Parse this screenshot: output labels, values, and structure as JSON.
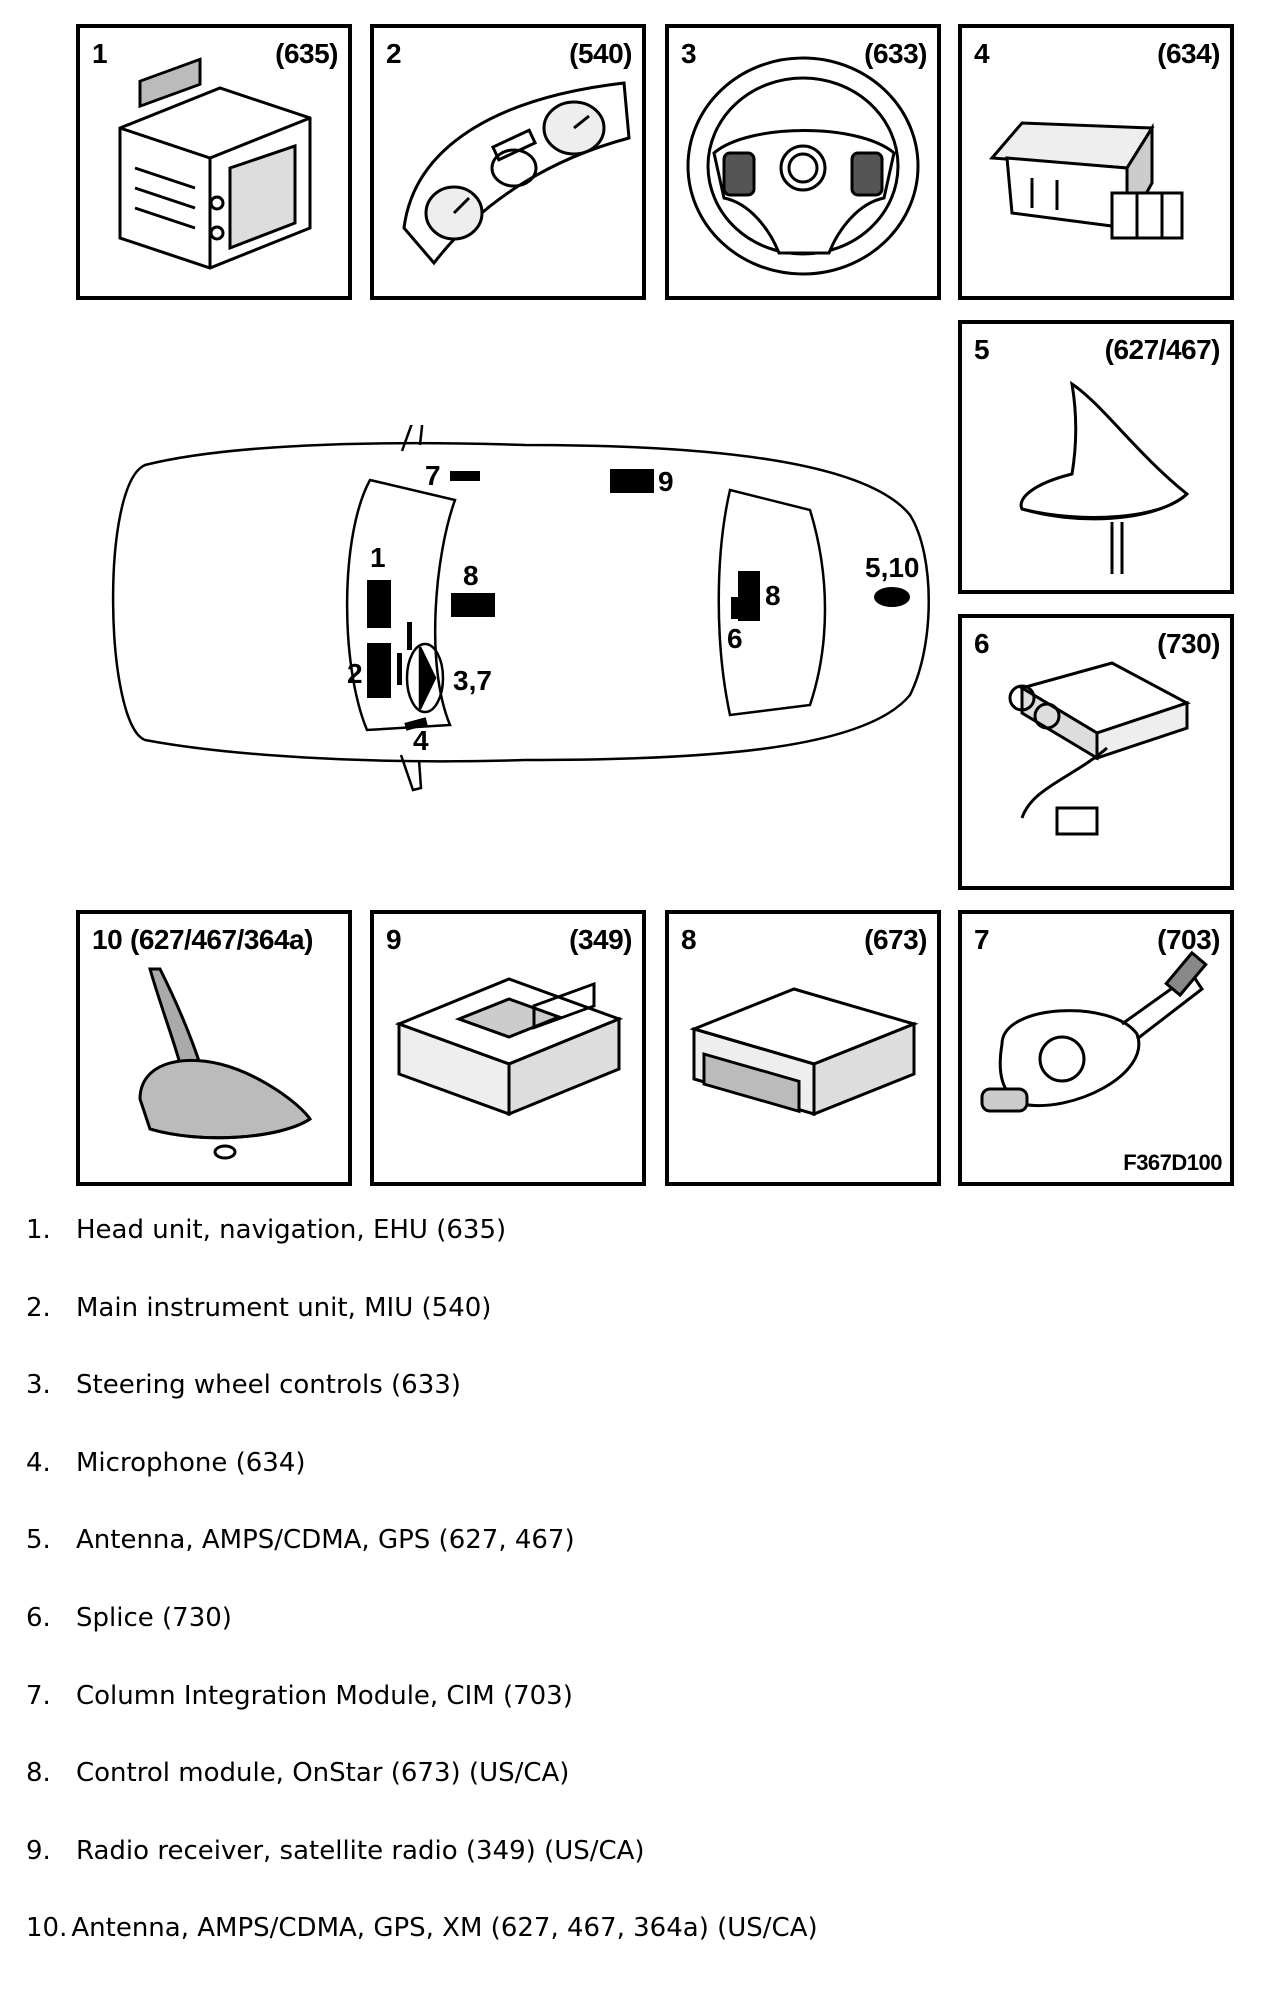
{
  "panels": [
    {
      "num": "1",
      "code": "(635)"
    },
    {
      "num": "2",
      "code": "(540)"
    },
    {
      "num": "3",
      "code": "(633)"
    },
    {
      "num": "4",
      "code": "(634)"
    },
    {
      "num": "5",
      "code": "(627/467)"
    },
    {
      "num": "6",
      "code": "(730)"
    },
    {
      "num": "10",
      "code": "(627/467/364a)"
    },
    {
      "num": "9",
      "code": "(349)"
    },
    {
      "num": "8",
      "code": "(673)"
    },
    {
      "num": "7",
      "code": "(703)"
    }
  ],
  "figure_code": "F367D100",
  "overview_labels": {
    "l1": "1",
    "l2": "2",
    "l37": "3,7",
    "l4": "4",
    "l7": "7",
    "l8a": "8",
    "l9": "9",
    "l6": "6",
    "l8b": "8",
    "l510": "5,10"
  },
  "legend": [
    {
      "num": "1.",
      "text": "Head unit, navigation, EHU (635)"
    },
    {
      "num": "2.",
      "text": "Main instrument unit, MIU (540)"
    },
    {
      "num": "3.",
      "text": "Steering wheel controls (633)"
    },
    {
      "num": "4.",
      "text": "Microphone (634)"
    },
    {
      "num": "5.",
      "text": "Antenna, AMPS/CDMA, GPS (627, 467)"
    },
    {
      "num": "6.",
      "text": "Splice (730)"
    },
    {
      "num": "7.",
      "text": "Column Integration Module, CIM (703)"
    },
    {
      "num": "8.",
      "text": "Control module, OnStar (673) (US/CA)"
    },
    {
      "num": "9.",
      "text": "Radio receiver, satellite radio (349) (US/CA)"
    },
    {
      "num": "10.",
      "text": "Antenna, AMPS/CDMA, GPS, XM (627, 467, 364a) (US/CA)"
    }
  ]
}
